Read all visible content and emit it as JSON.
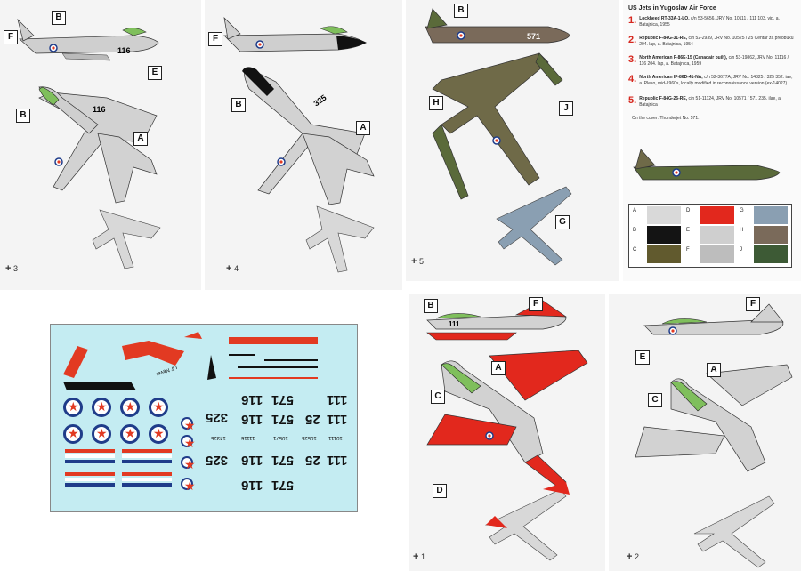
{
  "callouts": {
    "p3": [
      "B",
      "F",
      "E",
      "B",
      "A"
    ],
    "p4": [
      "F",
      "B",
      "A"
    ],
    "p5": [
      "B",
      "H",
      "J",
      "G"
    ],
    "p1": [
      "B",
      "F",
      "C",
      "A",
      "D"
    ],
    "p2": [
      "F",
      "E",
      "C",
      "A"
    ]
  },
  "page_numbers": {
    "p3": "3",
    "p4": "4",
    "p5": "5",
    "p1": "1",
    "p2": "2"
  },
  "aircraft_codes": {
    "f86_top": "116",
    "f86_plan": "116",
    "f86e_plan": "325",
    "f84_side": "571",
    "t33_tail": "111"
  },
  "info": {
    "title": "US Jets in Yugoslav Air Force",
    "entries": [
      {
        "num": "1.",
        "head": "Lockheed RT-33A-1-LO,",
        "text": "c/n 53-5656, JRV No. 10111 / 111 103. vip, a. Batajnica, 1955"
      },
      {
        "num": "2.",
        "head": "Republic F-84G-31-RE,",
        "text": "c/n 52-2939, JRV No. 10525 / 25 Centar za preobuku 204. lap, a. Batajnica, 1954"
      },
      {
        "num": "3.",
        "head": "North American F-86E-15 (Canadair built),",
        "text": "c/n 53-19862, JRV No. 11116 / 116 204. lap, a. Batajnica, 1959"
      },
      {
        "num": "4.",
        "head": "North American IF-86D-41-NA,",
        "text": "c/n 52-3677A, JRV No. 14325 / 325 352. iae, a. Pleso, mid-1960s, locally modified in reconnaissance version (ex-14027)"
      },
      {
        "num": "5.",
        "head": "Republic F-84G-26-RE,",
        "text": "c/n 51-11124, JRV No. 10571 / 571 235. ilae, a. Batajnica"
      }
    ],
    "cover_note": "On the cover: Thunderjet No. 571."
  },
  "chips": [
    {
      "label": "A",
      "color": "#d9d9d9"
    },
    {
      "label": "B",
      "color": "#141414"
    },
    {
      "label": "C",
      "color": "#615a2e"
    },
    {
      "label": "D",
      "color": "#e2281d"
    },
    {
      "label": "E",
      "color": "#cfcfcf"
    },
    {
      "label": "F",
      "color": "#bdbdbd"
    },
    {
      "label": "G",
      "color": "#8a9fb2"
    },
    {
      "label": "H",
      "color": "#7a6a5a"
    },
    {
      "label": "J",
      "color": "#3d5a35"
    }
  ],
  "decals": {
    "numbers_col1": [
      "111",
      "111",
      "111"
    ],
    "numbers_col2": [
      "25",
      "25"
    ],
    "numbers_col3": [
      "571",
      "571",
      "571",
      "571"
    ],
    "numbers_col4": [
      "116",
      "116",
      "116",
      "116"
    ],
    "numbers_col5": [
      "325",
      "325"
    ],
    "serials": [
      "10111",
      "10525",
      "10571",
      "11116",
      "14325"
    ],
    "script": "Lil' Nevel"
  },
  "colors": {
    "roundel_blue": "#1f3c8a",
    "roundel_red": "#e23a22",
    "decal_bg": "#c4ecf2",
    "red_jet": "#e2281d",
    "camo_green": "#5a6a3a"
  }
}
